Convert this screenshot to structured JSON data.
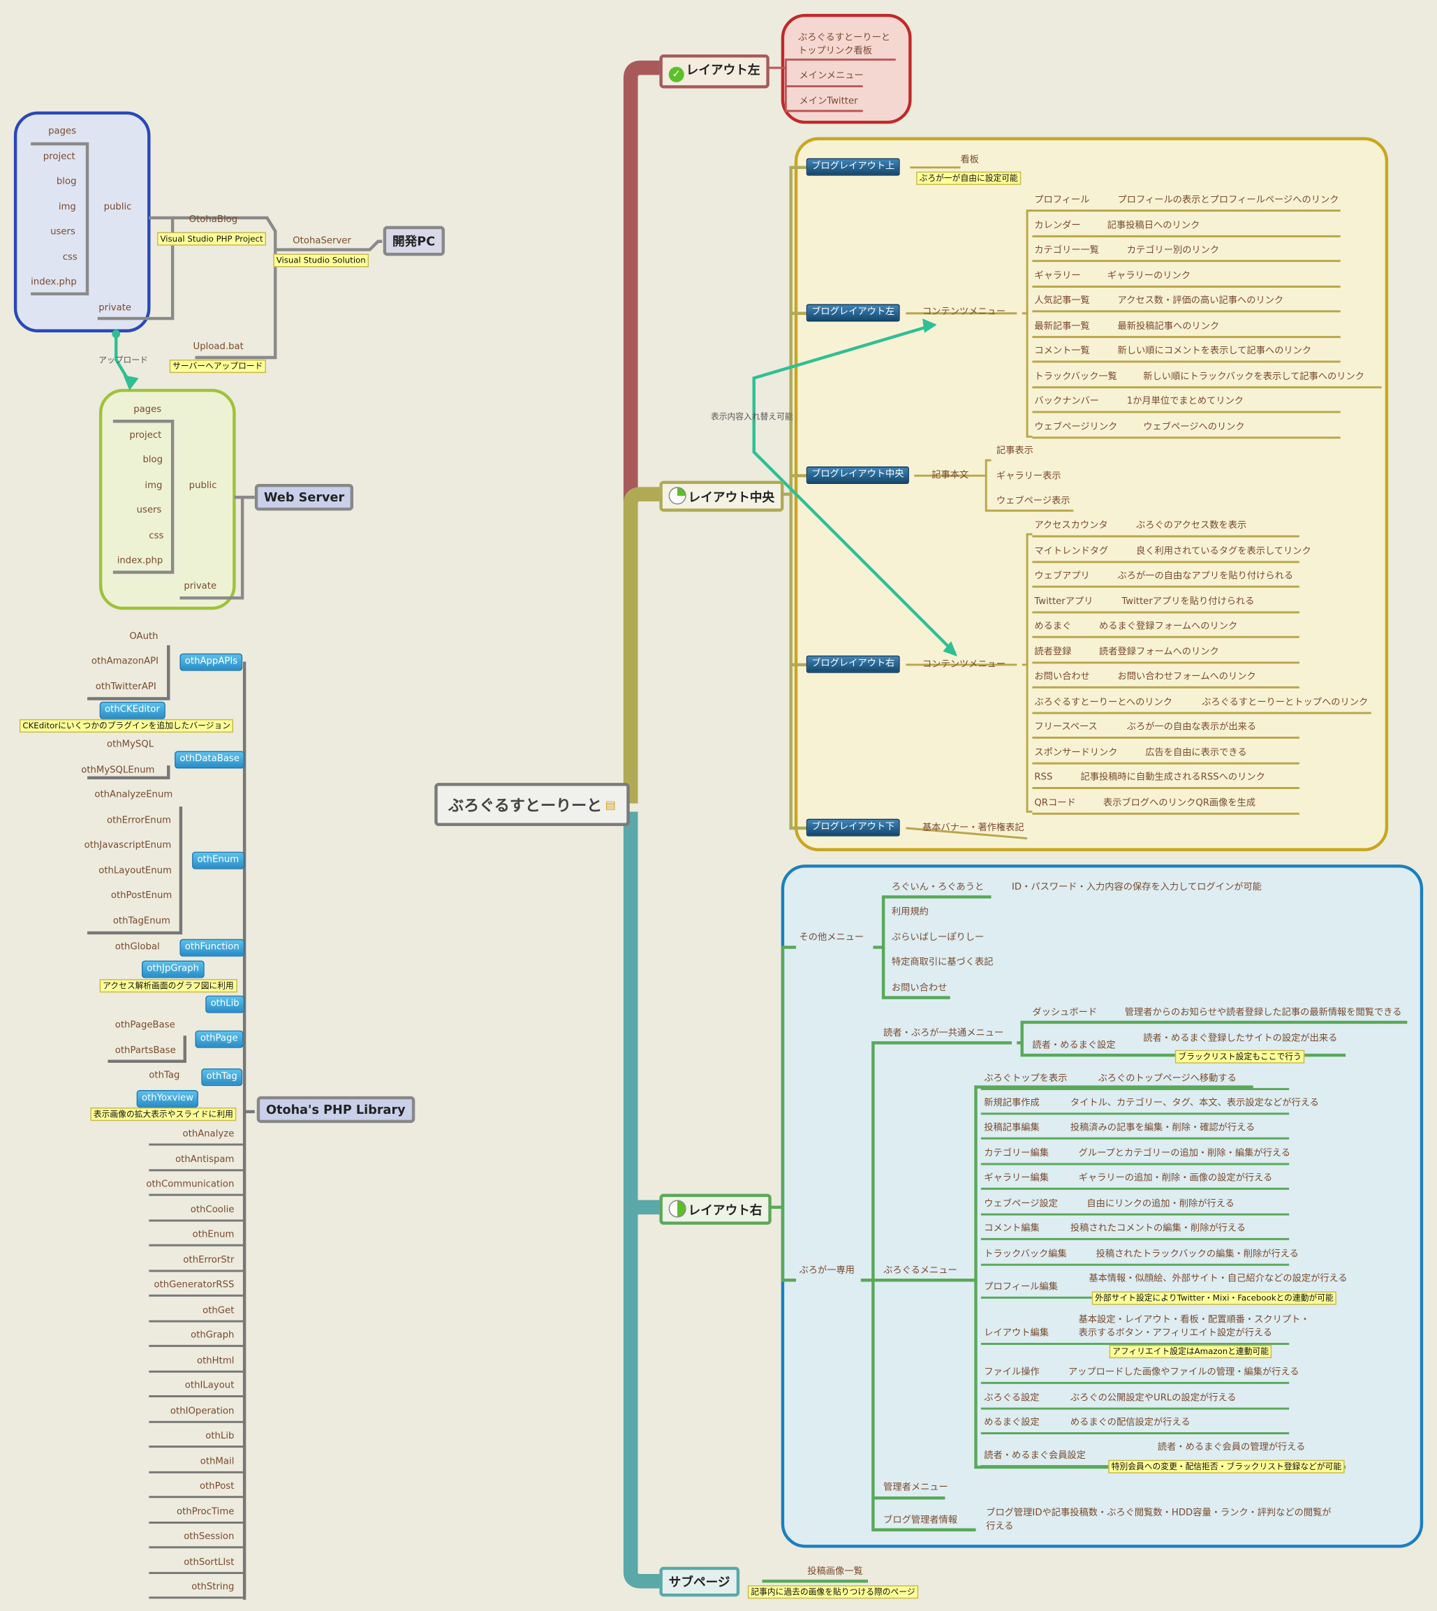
{
  "central": {
    "title": "ぶろぐるすとーりーと"
  },
  "layout_left": {
    "label": "レイアウト左",
    "items": [
      "ぶろぐるすとーりーと\nトップリンク看板",
      "メインメニュー",
      "メインTwitter"
    ]
  },
  "layout_center": {
    "label": "レイアウト中央",
    "swap_note": "表示内容入れ替え可能",
    "top": {
      "label": "ブログレイアウト上",
      "item": "看板",
      "note": "ぶろが一が自由に設定可能"
    },
    "left": {
      "label": "ブログレイアウト左",
      "menu": "コンテンツメニュー",
      "rows": [
        [
          "プロフィール",
          "プロフィールの表示とプロフィールページへのリンク"
        ],
        [
          "カレンダー",
          "記事投稿日へのリンク"
        ],
        [
          "カテゴリー一覧",
          "カテゴリー別のリンク"
        ],
        [
          "ギャラリー",
          "ギャラリーのリンク"
        ],
        [
          "人気記事一覧",
          "アクセス数・評価の高い記事へのリンク"
        ],
        [
          "最新記事一覧",
          "最新投稿記事へのリンク"
        ],
        [
          "コメント一覧",
          "新しい順にコメントを表示して記事へのリンク"
        ],
        [
          "トラックバック一覧",
          "新しい順にトラックバックを表示して記事へのリンク"
        ],
        [
          "バックナンバー",
          "1か月単位でまとめてリンク"
        ],
        [
          "ウェブページリンク",
          "ウェブページへのリンク"
        ]
      ]
    },
    "center": {
      "label": "ブログレイアウト中央",
      "body": "記事本文",
      "items": [
        "記事表示",
        "ギャラリー表示",
        "ウェブページ表示"
      ]
    },
    "right": {
      "label": "ブログレイアウト右",
      "menu": "コンテンツメニュー",
      "rows": [
        [
          "アクセスカウンタ",
          "ぶろぐのアクセス数を表示"
        ],
        [
          "マイトレンドタグ",
          "良く利用されているタグを表示してリンク"
        ],
        [
          "ウェブアプリ",
          "ぶろが一の自由なアプリを貼り付けられる"
        ],
        [
          "Twitterアプリ",
          "Twitterアプリを貼り付けられる"
        ],
        [
          "めるまぐ",
          "めるまぐ登録フォームへのリンク"
        ],
        [
          "読者登録",
          "読者登録フォームへのリンク"
        ],
        [
          "お問い合わせ",
          "お問い合わせフォームへのリンク"
        ],
        [
          "ぶろぐるすとーりーとへのリンク",
          "ぶろぐるすとーりーとトップへのリンク"
        ],
        [
          "フリースペース",
          "ぶろが一の自由な表示が出来る"
        ],
        [
          "スポンサードリンク",
          "広告を自由に表示できる"
        ],
        [
          "RSS",
          "記事投稿時に自動生成されるRSSへのリンク"
        ],
        [
          "QRコード",
          "表示ブログへのリンクQR画像を生成"
        ]
      ]
    },
    "bottom": {
      "label": "ブログレイアウト下",
      "item": "基本バナー・著作権表記"
    }
  },
  "layout_right": {
    "label": "レイアウト右",
    "other_menu": {
      "label": "その他メニュー",
      "items": [
        "ろぐいん・ろぐあうと",
        "利用規約",
        "ぷらいばしーぽりしー",
        "特定商取引に基づく表記",
        "お問い合わせ"
      ],
      "login_desc": "ID・パスワード・入力内容の保存を入力してログインが可能"
    },
    "blogger_only": {
      "label": "ぶろが一専用",
      "common": {
        "label": "読者・ぶろが一共通メニュー",
        "rows": [
          [
            "ダッシュボード",
            "管理者からのお知らせや読者登録した記事の最新情報を閲覧できる"
          ],
          [
            "読者・めるまぐ設定",
            "読者・めるまぐ登録したサイトの設定が出来る"
          ]
        ],
        "note": "ブラックリスト設定もここで行う"
      },
      "burogu_menu": {
        "label": "ぶろぐるメニュー",
        "rows": [
          [
            "ぶろぐトップを表示",
            "ぶろぐのトップページへ移動する"
          ],
          [
            "新規記事作成",
            "タイトル、カテゴリー、タグ、本文、表示設定などが行える"
          ],
          [
            "投稿記事編集",
            "投稿済みの記事を編集・削除・確認が行える"
          ],
          [
            "カテゴリー編集",
            "グループとカテゴリーの追加・削除・編集が行える"
          ],
          [
            "ギャラリー編集",
            "ギャラリーの追加・削除・画像の設定が行える"
          ],
          [
            "ウェブページ設定",
            "自由にリンクの追加・削除が行える"
          ],
          [
            "コメント編集",
            "投稿されたコメントの編集・削除が行える"
          ],
          [
            "トラックバック編集",
            "投稿されたトラックバックの編集・削除が行える"
          ],
          [
            "プロフィール編集",
            "基本情報・似顔絵、外部サイト・自己紹介などの設定が行える"
          ],
          [
            "レイアウト編集",
            "基本設定・レイアウト・看板・配置順番・スクリプト・\n表示するボタン・アフィリエイト設定が行える"
          ],
          [
            "ファイル操作",
            "アップロードした画像やファイルの管理・編集が行える"
          ],
          [
            "ぶろぐる設定",
            "ぶろぐの公開設定やURLの設定が行える"
          ],
          [
            "めるまぐ設定",
            "めるまぐの配信設定が行える"
          ],
          [
            "読者・めるまぐ会員設定",
            "読者・めるまぐ会員の管理が行える"
          ]
        ],
        "profile_note": "外部サイト設定によりTwitter・Mixi・Facebookとの連動が可能",
        "layout_note": "アフィリエイト設定はAmazonと連動可能",
        "member_note": "特別会員への変更・配信拒否・ブラックリスト登録などが可能"
      },
      "admin_menu": "管理者メニュー",
      "blog_admin": {
        "label": "ブログ管理者情報",
        "desc": "ブログ管理IDや記事投稿数・ぶろぐ閲覧数・HDD容量・ランク・評判などの閲覧が\n行える"
      }
    }
  },
  "subpage": {
    "label": "サブページ",
    "item": "投稿画像一覧",
    "note": "記事内に過去の画像を貼りつける際のページ"
  },
  "dev_pc": {
    "label": "開発PC",
    "server": "OtohaServer",
    "solution_note": "Visual Studio Solution",
    "blog": "OtohaBlog",
    "project_note": "Visual Studio PHP Project",
    "upload": "Upload.bat",
    "upload_note": "サーバーへアップロード",
    "public": "public",
    "private": "private",
    "folders": [
      "pages",
      "project",
      "blog",
      "img",
      "users",
      "css",
      "index.php"
    ]
  },
  "upload_label": "アップロード",
  "web_server": {
    "label": "Web Server",
    "public": "public",
    "private": "private",
    "folders": [
      "pages",
      "project",
      "blog",
      "img",
      "users",
      "css",
      "index.php"
    ]
  },
  "library": {
    "label": "Otoha's PHP Library",
    "app_apis": {
      "label": "othAppAPIs",
      "children": [
        "OAuth",
        "othAmazonAPI",
        "othTwitterAPI"
      ]
    },
    "ckeditor": {
      "label": "othCKEditor",
      "note": "CKEditorにいくつかのプラグインを追加したバージョン"
    },
    "database": {
      "label": "othDataBase",
      "children": [
        "othMySQL",
        "othMySQLEnum"
      ]
    },
    "enum": {
      "label": "othEnum",
      "children": [
        "othAnalyzeEnum",
        "othErrorEnum",
        "othJavascriptEnum",
        "othLayoutEnum",
        "othPostEnum",
        "othTagEnum"
      ]
    },
    "function": {
      "label": "othFunction",
      "children": [
        "othGlobal"
      ]
    },
    "jpgraph": {
      "label": "othJpGraph",
      "note": "アクセス解析画面のグラフ図に利用"
    },
    "lib": {
      "label": "othLib"
    },
    "page": {
      "label": "othPage",
      "children": [
        "othPageBase",
        "othPartsBase"
      ]
    },
    "tag": {
      "label": "othTag",
      "children": [
        "othTag"
      ]
    },
    "yoxview": {
      "label": "othYoxview",
      "note": "表示画像の拡大表示やスライドに利用"
    },
    "plain": [
      "othAnalyze",
      "othAntispam",
      "othCommunication",
      "othCoolie",
      "othEnum",
      "othErrorStr",
      "othGeneratorRSS",
      "othGet",
      "othGraph",
      "othHtml",
      "othILayout",
      "othIOperation",
      "othLib",
      "othMail",
      "othPost",
      "othProcTime",
      "othSession",
      "othSortLIst",
      "othString"
    ]
  },
  "colors": {
    "red_branch": "#a85a5a",
    "olive_branch": "#b0aa55",
    "teal_branch": "#5aa8a8",
    "green_connector": "#5aa85a",
    "arrow": "#2fbf94"
  }
}
